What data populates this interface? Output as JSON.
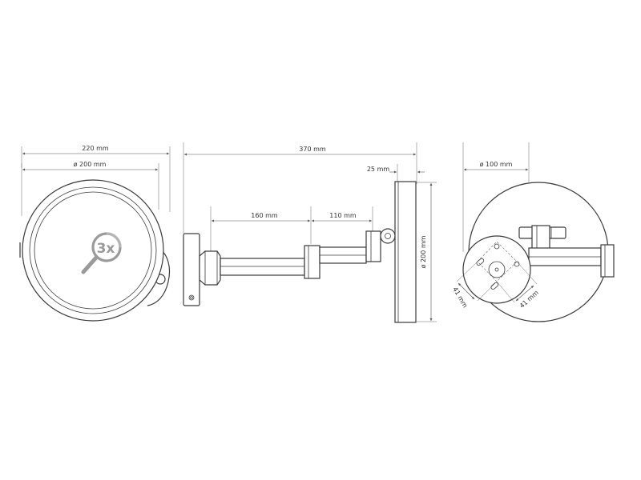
{
  "dimensions": {
    "overall_width": "220 mm",
    "mirror_diameter_front": "ø 200 mm",
    "total_projection": "370 mm",
    "mirror_thickness": "25 mm",
    "arm_segment_1": "160 mm",
    "arm_segment_2": "110 mm",
    "mirror_diameter_side": "ø 200 mm",
    "wall_plate_diameter": "ø 100 mm",
    "hole_spacing_a": "41 mm",
    "hole_spacing_b": "41 mm"
  },
  "magnification_badge": "3x"
}
